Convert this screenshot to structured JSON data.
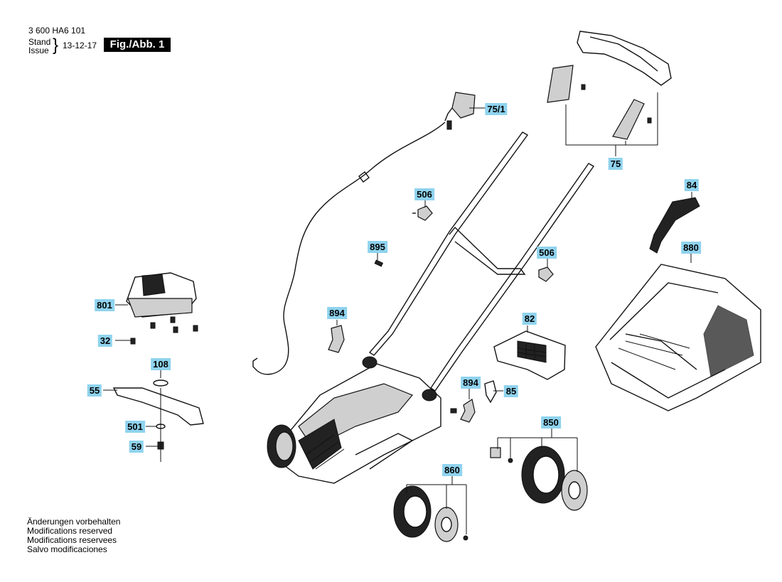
{
  "header": {
    "doc_number": "3 600 HA6 101",
    "stand_label": "Stand",
    "issue_label": "Issue",
    "brace": "}",
    "date": "13-12-17",
    "figure": "Fig./Abb. 1"
  },
  "labels": {
    "p75_1": "75/1",
    "p75": "75",
    "p506a": "506",
    "p506b": "506",
    "p84": "84",
    "p880": "880",
    "p895": "895",
    "p894a": "894",
    "p894b": "894",
    "p82": "82",
    "p85": "85",
    "p801": "801",
    "p32": "32",
    "p108": "108",
    "p55": "55",
    "p501": "501",
    "p59": "59",
    "p850": "850",
    "p860": "860"
  },
  "notes": [
    "Änderungen vorbehalten",
    "Modifications reserved",
    "Modifications reservees",
    "Salvo modificaciones"
  ],
  "colors": {
    "label_bg": "#8fd3ee",
    "badge_bg": "#000000"
  }
}
